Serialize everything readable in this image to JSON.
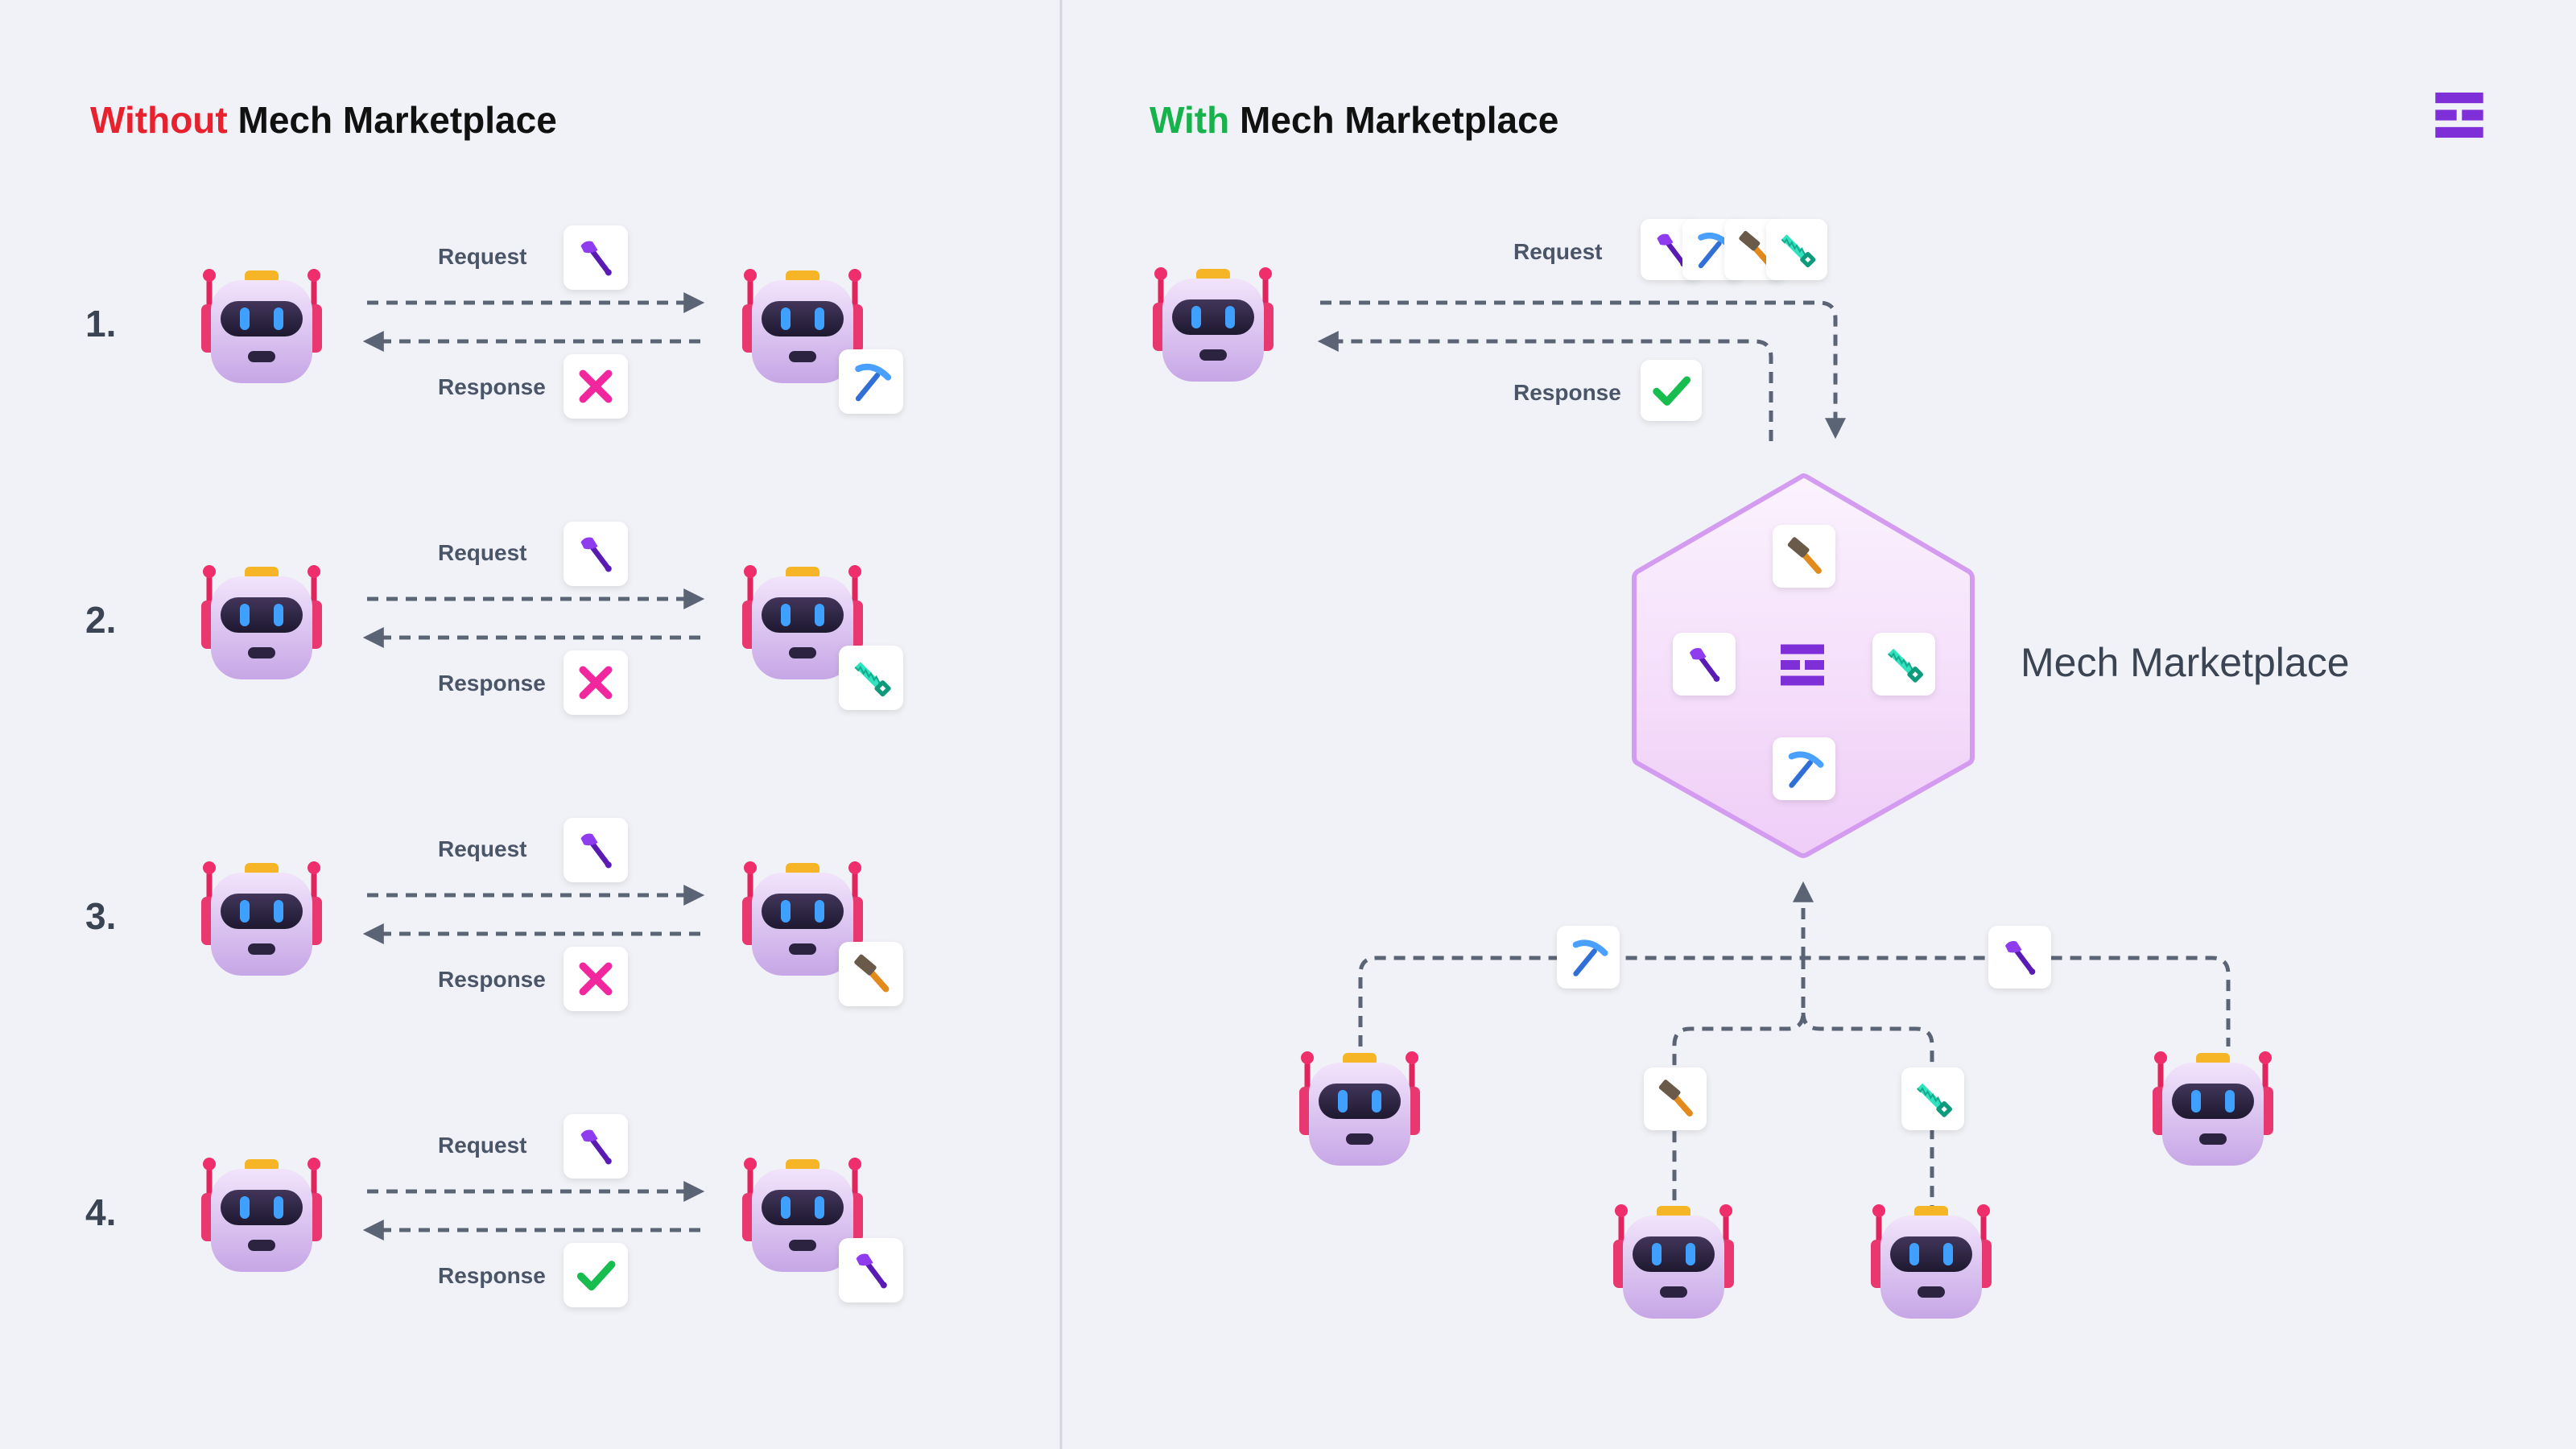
{
  "left_panel": {
    "title_prefix": "Without",
    "title_rest": " Mech Marketplace",
    "rows": [
      {
        "number": "1.",
        "request_label": "Request",
        "response_label": "Response",
        "request_tool": "axe-icon",
        "response_result": "cross-icon",
        "agent_tool": "pickaxe-icon"
      },
      {
        "number": "2.",
        "request_label": "Request",
        "response_label": "Response",
        "request_tool": "axe-icon",
        "response_result": "cross-icon",
        "agent_tool": "saw-icon"
      },
      {
        "number": "3.",
        "request_label": "Request",
        "response_label": "Response",
        "request_tool": "axe-icon",
        "response_result": "cross-icon",
        "agent_tool": "hammer-icon"
      },
      {
        "number": "4.",
        "request_label": "Request",
        "response_label": "Response",
        "request_tool": "axe-icon",
        "response_result": "check-icon",
        "agent_tool": "axe-icon"
      }
    ]
  },
  "right_panel": {
    "title_prefix": "With",
    "title_rest": " Mech Marketplace",
    "request_label": "Request",
    "response_label": "Response",
    "request_tools": [
      "axe-icon",
      "pickaxe-icon",
      "hammer-icon",
      "saw-icon"
    ],
    "response_result": "check-icon",
    "hub_label": "Mech Marketplace",
    "hub_tools": [
      "hammer-icon",
      "axe-icon",
      "saw-icon",
      "pickaxe-icon"
    ],
    "hub_center_icon": "marketplace-logo-icon",
    "provider_tools": [
      "pickaxe-icon",
      "hammer-icon",
      "saw-icon",
      "axe-icon"
    ]
  },
  "brand_icon": "marketplace-logo-icon",
  "colors": {
    "background": "#f1f2f7",
    "without_red": "#e8212e",
    "with_green": "#16b24b",
    "title_dark": "#111111",
    "text_gray": "#4a5568",
    "arrow_gray": "#5b6474",
    "divider": "#d5d7de",
    "brand_purple": "#7e2fd8",
    "hub_stroke": "#d39cf0"
  }
}
